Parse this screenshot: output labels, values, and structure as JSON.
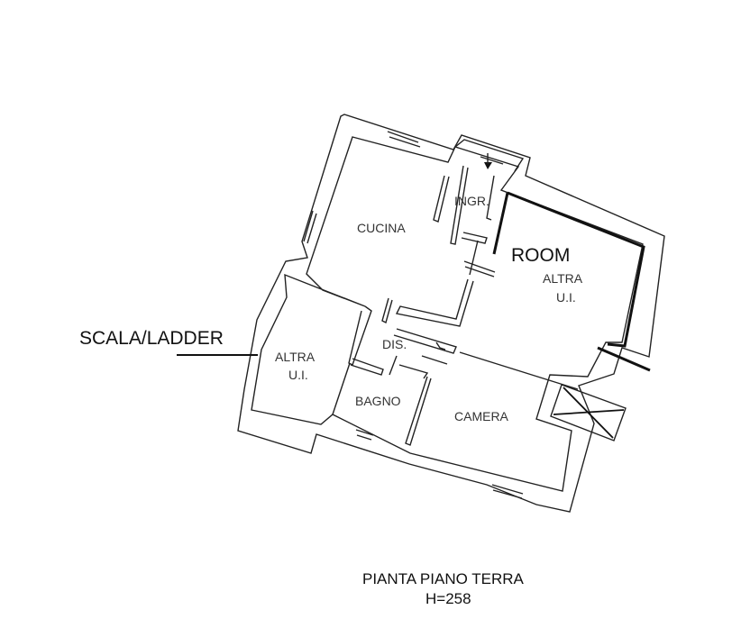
{
  "plan": {
    "rooms": {
      "ingr": "INGR.",
      "cucina": "CUCINA",
      "room": "ROOM",
      "altra_right_1": "ALTRA",
      "altra_right_2": "U.I.",
      "altra_left_1": "ALTRA",
      "altra_left_2": "U.I.",
      "dis": "DIS.",
      "bagno": "BAGNO",
      "camera": "CAMERA"
    },
    "scala_label": "SCALA/LADDER",
    "caption_title": "PIANTA PIANO TERRA",
    "caption_height": "H=258"
  }
}
